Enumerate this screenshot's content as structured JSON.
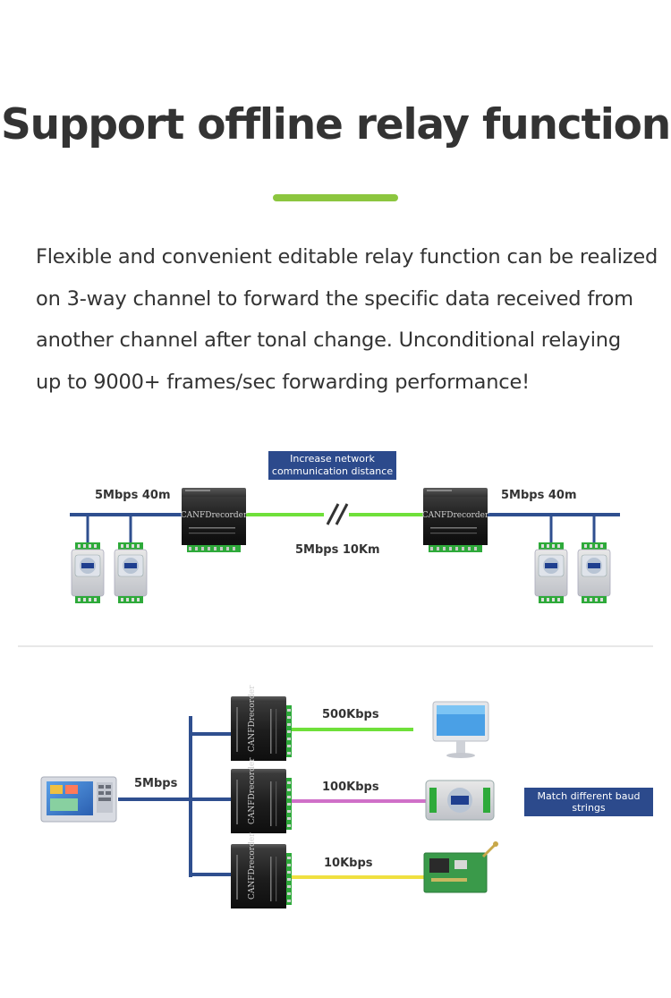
{
  "header": {
    "title": "Support offline relay function"
  },
  "description": {
    "lines": [
      "Flexible and convenient editable relay function can be realized",
      "on 3-way channel to forward the specific data received from",
      "another channel after tonal change. Unconditional relaying",
      "up to 9000+ frames/sec forwarding performance!"
    ]
  },
  "diagram_top": {
    "callout_line1": "Increase network",
    "callout_line2": "communication distance",
    "left_label": "5Mbps 40m",
    "right_label": "5Mbps 40m",
    "link_label": "5Mbps 10Km",
    "device_label": "CANFDrecorder"
  },
  "diagram_bottom": {
    "source_label": "5Mbps",
    "branch_labels": [
      "500Kbps",
      "100Kbps",
      "10Kbps"
    ],
    "callout": "Match different baud strings",
    "device_label": "CANFDrecorder"
  },
  "colors": {
    "accent": "#8cc63f",
    "text": "#333333",
    "bus_blue": "#2f4f8f",
    "callout_bg": "#2c4a8c",
    "link_green": "#6fe03a",
    "link_magenta": "#d070c8",
    "link_yellow": "#f0e040"
  },
  "icons": {
    "devices": "canfd-recorder-icon",
    "nodes": "din-rail-module-icon",
    "monitor": "computer-monitor-icon",
    "hmi": "hmi-panel-icon",
    "board": "wireless-board-icon"
  }
}
